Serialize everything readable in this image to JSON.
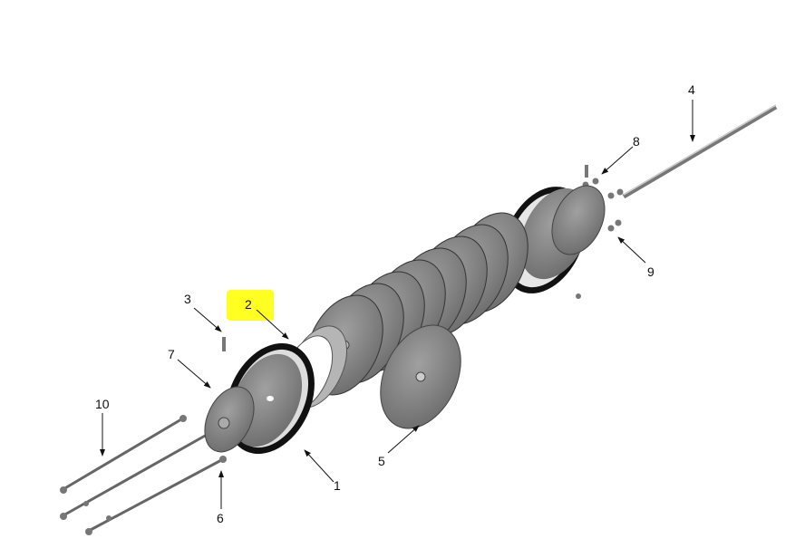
{
  "callouts": [
    {
      "id": "1",
      "text": "1"
    },
    {
      "id": "2",
      "text": "2",
      "highlighted": true
    },
    {
      "id": "3",
      "text": "3"
    },
    {
      "id": "4",
      "text": "4"
    },
    {
      "id": "5",
      "text": "5"
    },
    {
      "id": "6",
      "text": "6"
    },
    {
      "id": "7",
      "text": "7"
    },
    {
      "id": "8",
      "text": "8"
    },
    {
      "id": "9",
      "text": "9"
    },
    {
      "id": "10",
      "text": "10"
    }
  ],
  "colors": {
    "highlight": "#ffff22",
    "part_fill": "#8a8a8a",
    "rim": "#111111"
  }
}
